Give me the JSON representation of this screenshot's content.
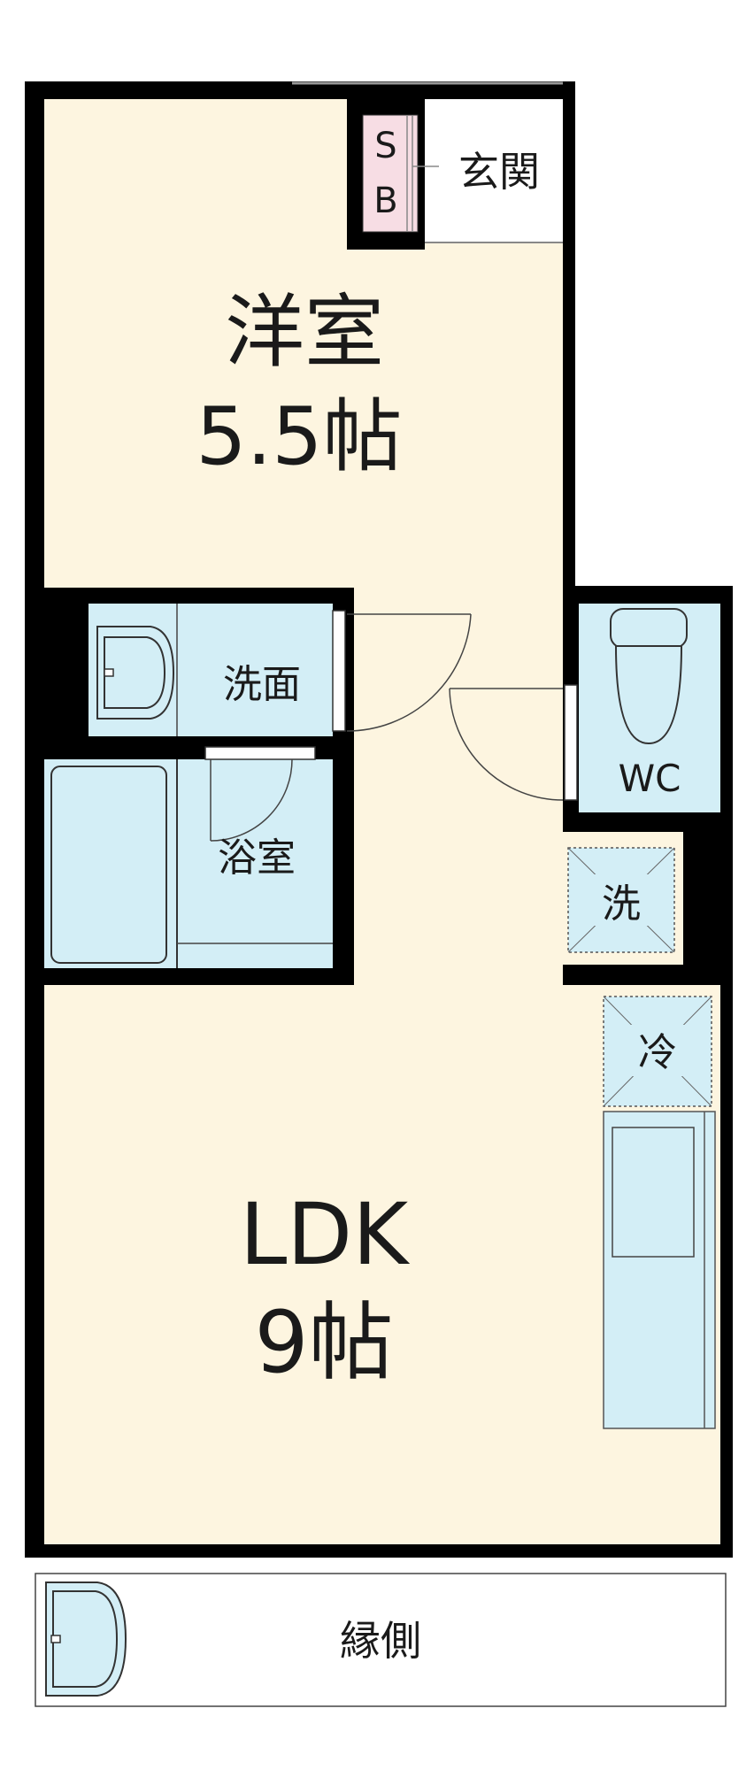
{
  "rooms": {
    "western_room": {
      "name": "洋室",
      "size": "5.5帖"
    },
    "ldk": {
      "name": "LDK",
      "size": "9帖"
    },
    "entrance": "玄関",
    "shoe_box_line1": "S",
    "shoe_box_line2": "B",
    "washroom": "洗面",
    "bathroom": "浴室",
    "toilet": "WC",
    "washer": "洗",
    "fridge": "冷",
    "veranda": "縁側"
  },
  "colors": {
    "floor": "#fdf5e0",
    "wet_area": "#d3eef6",
    "wall": "#000000",
    "shoe_box": "#f7dde4",
    "counter": "#dceef6"
  }
}
